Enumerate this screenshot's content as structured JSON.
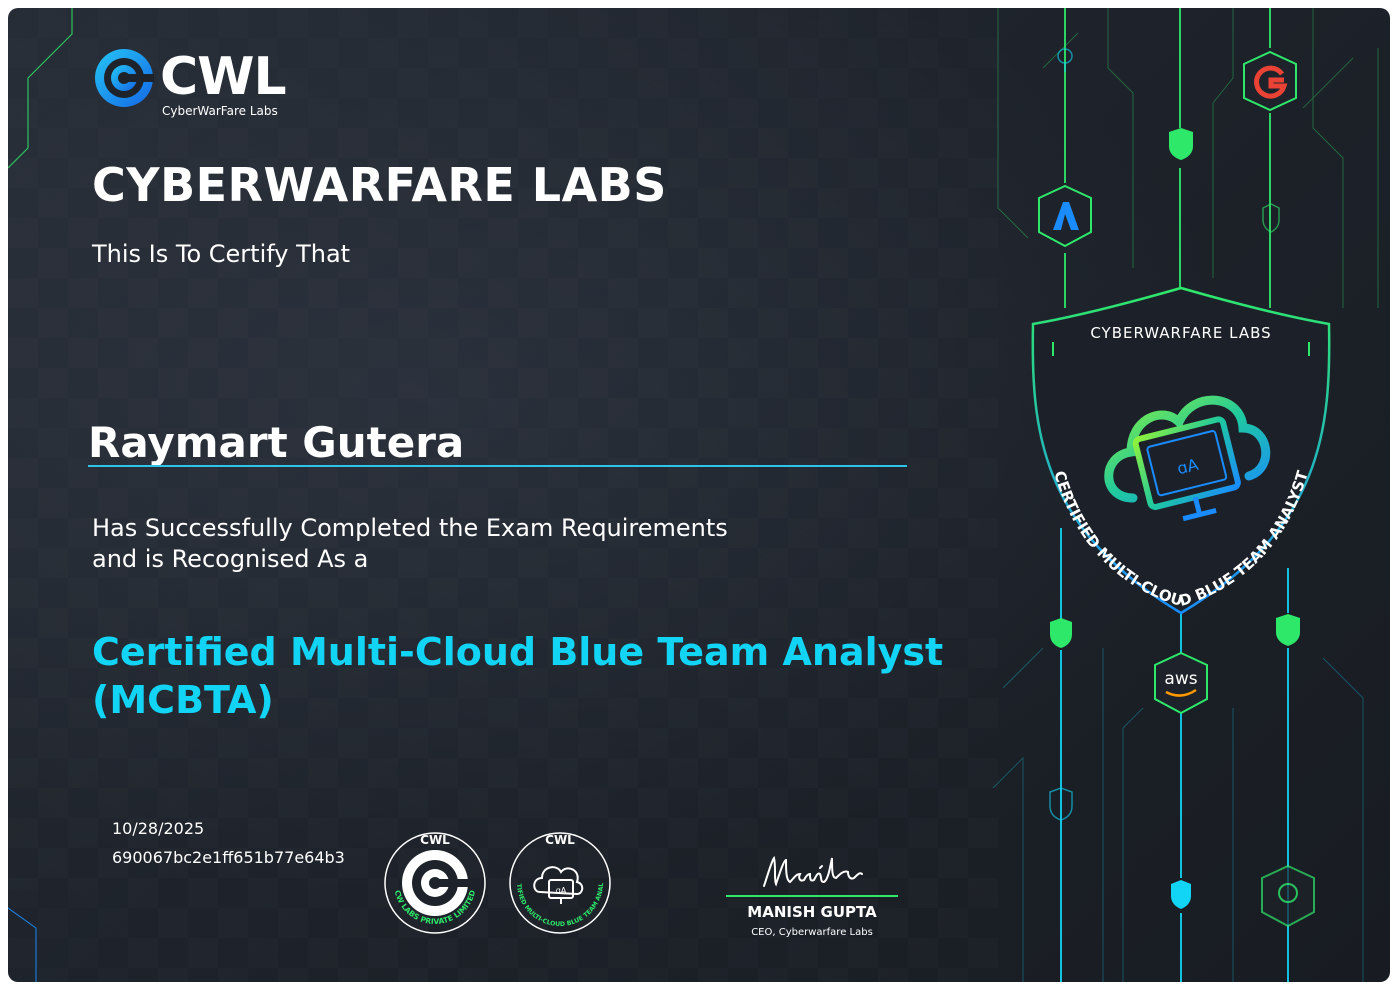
{
  "logo": {
    "word": "CWL",
    "subtitle": "CyberWarFare Labs"
  },
  "organization": "CYBERWARFARE LABS",
  "intro": "This Is To Certify That",
  "recipient": "Raymart Gutera",
  "completion": {
    "line1": "Has Successfully Completed the Exam Requirements",
    "line2": "and is Recognised As a"
  },
  "certification": {
    "line1": "Certified Multi-Cloud Blue Team Analyst",
    "line2": "(MCBTA)"
  },
  "issue_date": "10/28/2025",
  "certificate_id": "690067bc2e1ff651b77e64b3",
  "seals": {
    "seal1_top": "CWL",
    "seal1_ring": "CW LABS PRIVATE LIMITED",
    "seal2_top": "CWL",
    "seal2_ring": "CERTIFIED MULTI-CLOUD BLUE TEAM ANALYST"
  },
  "signatory": {
    "signature": "Manish",
    "name": "MANISH GUPTA",
    "title": "CEO, Cyberwarfare Labs"
  },
  "badge": {
    "org": "CYBERWARFARE LABS",
    "ring": "CERTIFIED MULTI-CLOUD BLUE TEAM ANALYST",
    "aws_label": "aws"
  },
  "colors": {
    "background": "#1e232b",
    "accent_cyan": "#12d4f5",
    "accent_green": "#2ee86a",
    "accent_blue": "#1a8cff"
  }
}
